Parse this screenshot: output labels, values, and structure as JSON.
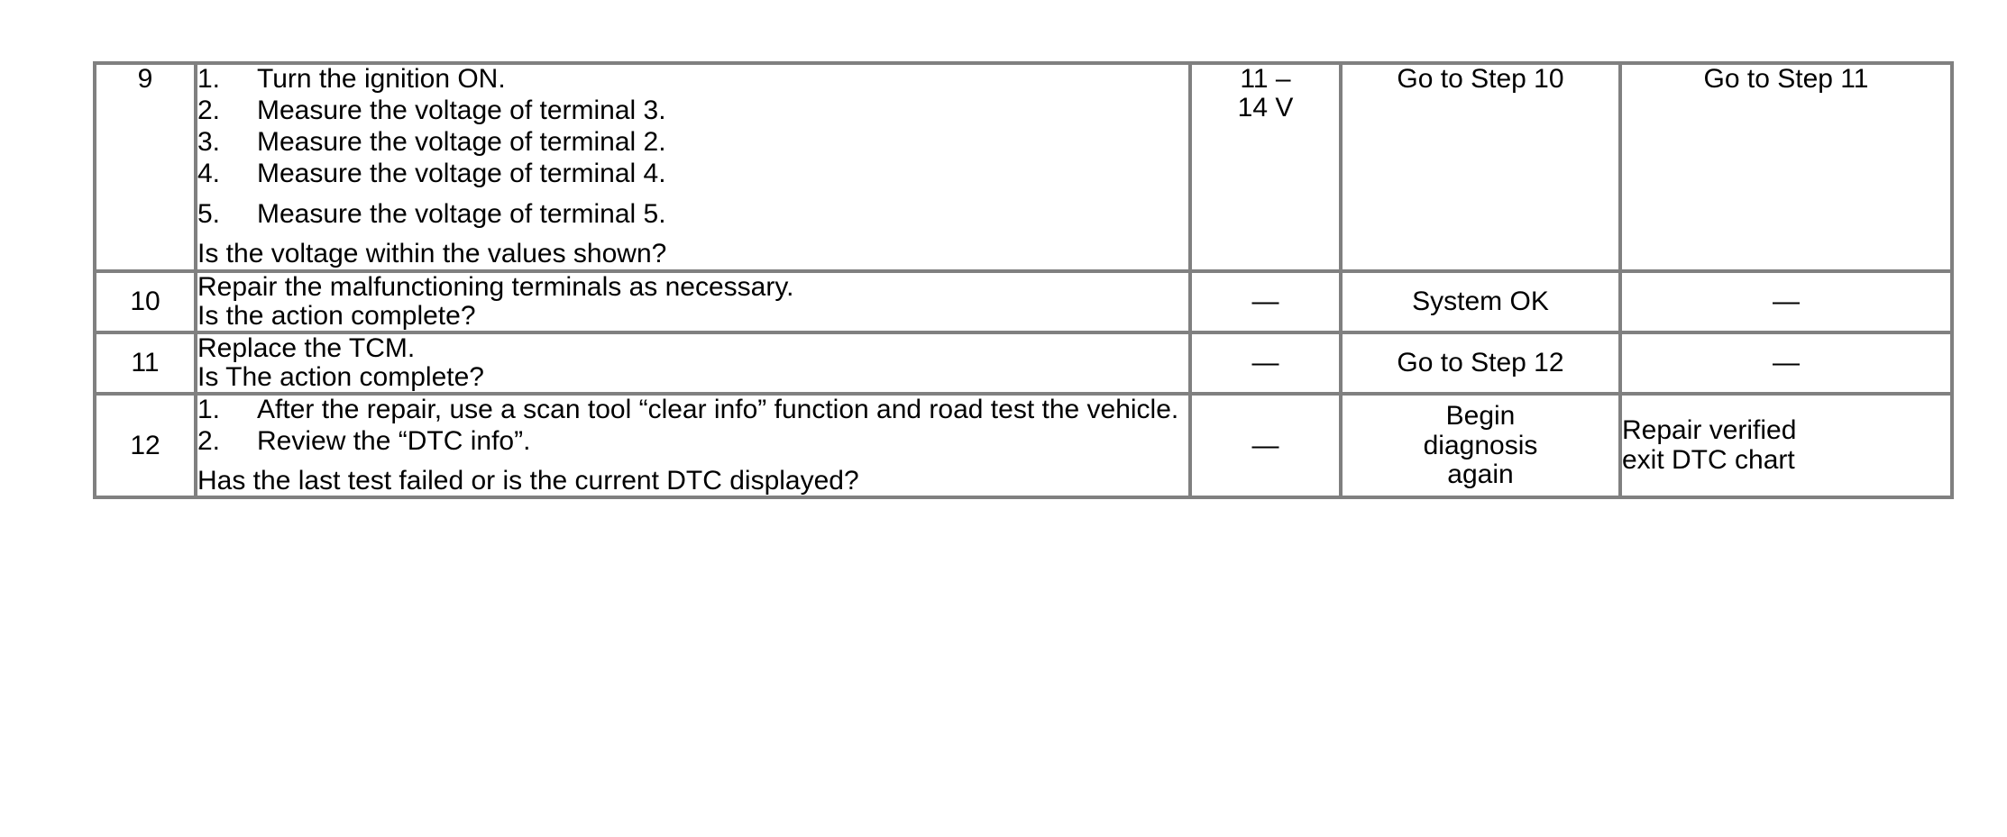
{
  "document": {
    "type": "dtc-diagnostic-chart",
    "border_color": "#808080",
    "background_color": "#ffffff",
    "text_color": "#000000"
  },
  "rows": [
    {
      "step": "9",
      "vertical_align": "upper",
      "instruction": {
        "list": [
          {
            "num": "1.",
            "text": "Turn the ignition ON."
          },
          {
            "num": "2.",
            "text": "Measure the voltage of terminal 3."
          },
          {
            "num": "3.",
            "text": "Measure the voltage of terminal 2."
          },
          {
            "num": "4.",
            "text": "Measure the voltage of terminal 4."
          },
          {
            "num": "5.",
            "text": "Measure the voltage of terminal 5."
          }
        ],
        "question": "Is the voltage within the values shown?"
      },
      "value_line1": "11 –",
      "value_line2": "14 V",
      "yes": "Go to Step 10",
      "no": "Go to Step 11"
    },
    {
      "step": "10",
      "vertical_align": "middle",
      "instruction": {
        "line1": "Repair the malfunctioning terminals as necessary.",
        "line2": "Is the action complete?"
      },
      "value": "—",
      "yes": "System OK",
      "no": "—"
    },
    {
      "step": "11",
      "vertical_align": "middle",
      "instruction": {
        "line1": "Replace the TCM.",
        "line2": "Is The action complete?"
      },
      "value": "—",
      "yes": "Go to Step 12",
      "no": "—"
    },
    {
      "step": "12",
      "vertical_align": "middle",
      "instruction": {
        "list": [
          {
            "num": "1.",
            "text": "After the repair, use a scan tool “clear info” function and road test the vehicle."
          },
          {
            "num": "2.",
            "text": "Review the “DTC info”."
          }
        ],
        "question": "Has the last test failed or is the current DTC displayed?"
      },
      "value": "—",
      "yes_line1": "Begin",
      "yes_line2": "diagnosis",
      "yes_line3": "again",
      "no_line1": "Repair verified",
      "no_line2": "exit DTC chart"
    }
  ]
}
